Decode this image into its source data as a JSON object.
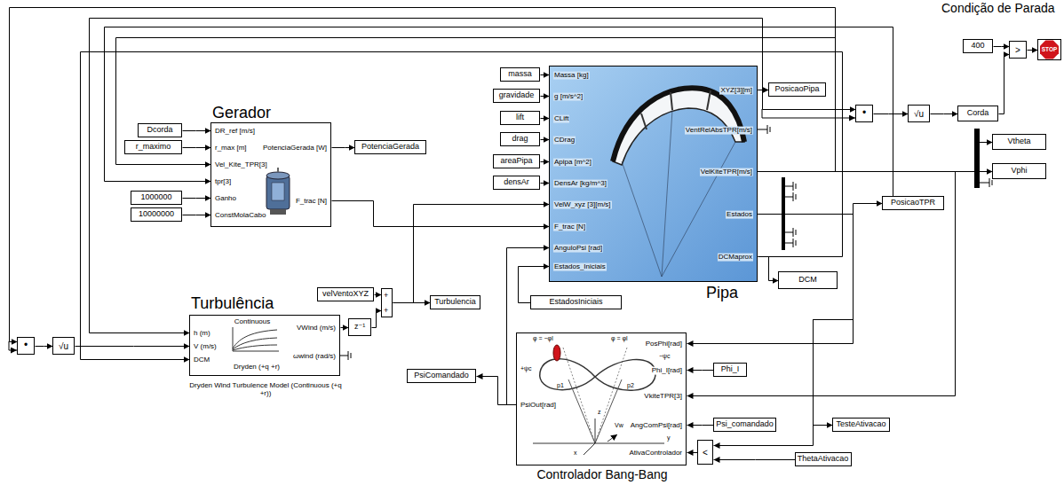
{
  "diagram": {
    "nodes": [
      {
        "text": [
          "Gerador",
          "DR_ref [m/s]",
          "r_max [m]",
          "Vel_Kite_TPR[3]",
          "tpr[3]",
          "Ganho",
          "ConstMolaCabo",
          "PotenciaGerada [W]",
          "F_trac [N]"
        ]
      },
      {
        "text": [
          "Dcorda"
        ]
      },
      {
        "text": [
          "r_maximo"
        ]
      },
      {
        "text": [
          "1000000"
        ]
      },
      {
        "text": [
          "10000000"
        ]
      },
      {
        "text": [
          "PotenciaGerada"
        ]
      },
      {
        "text": [
          "Turbulência",
          "h (m)",
          "V (m/s)",
          "DCM",
          "VWind (m/s)",
          "ωwind (rad/s)",
          "Continuous",
          "Dryden (+q +r)",
          "Dryden Wind Turbulence Model (Continuous (+q +r))"
        ]
      },
      {
        "text": [
          "velVentoXYZ"
        ]
      },
      {
        "text": [
          "z⁻¹"
        ]
      },
      {
        "text": [
          "+",
          "+"
        ]
      },
      {
        "text": [
          "Turbulencia"
        ]
      },
      {
        "text": [
          "massa"
        ]
      },
      {
        "text": [
          "gravidade"
        ]
      },
      {
        "text": [
          "lift"
        ]
      },
      {
        "text": [
          "drag"
        ]
      },
      {
        "text": [
          "areaPipa"
        ]
      },
      {
        "text": [
          "densAr"
        ]
      },
      {
        "text": [
          "Pipa",
          "Massa [kg]",
          "g [m/s^2]",
          "CLift",
          "CDrag",
          "Apipa [m^2]",
          "DensAr [kg/m^3]",
          "VelW_xyz [3][m/s]",
          "F_trac [N]",
          "AnguloPsi [rad]",
          "Estados_Iniciais",
          "XYZ[3][m]",
          "VentRelAbsTPR[m/s]",
          "VelKiteTPR[m/s]",
          "Estados",
          "DCMaprox"
        ]
      },
      {
        "text": [
          "EstadosIniciais"
        ]
      },
      {
        "text": [
          "PosicaoPipa"
        ]
      },
      {
        "text": [
          "•"
        ]
      },
      {
        "text": [
          "√u"
        ]
      },
      {
        "text": [
          "Corda"
        ]
      },
      {
        "text": [
          "400"
        ]
      },
      {
        "text": [
          ">"
        ]
      },
      {
        "text": [
          "STOP"
        ]
      },
      {
        "text": [
          "Vtheta"
        ]
      },
      {
        "text": [
          "Vphi"
        ]
      },
      {
        "text": [
          "PosicaoTPR"
        ]
      },
      {
        "text": [
          "DCM"
        ]
      },
      {
        "text": [
          "Controlador Bang-Bang",
          "PosPhi[rad]",
          "Phi_I[rad]",
          "VkiteTPR[3]",
          "AngComPsi[rad]",
          "AtivaControlador",
          "PsiOut[rad]"
        ]
      },
      {
        "text": [
          "Phi_I"
        ]
      },
      {
        "text": [
          "Psi_comandado"
        ]
      },
      {
        "text": [
          "PsiComandado"
        ]
      },
      {
        "text": [
          "TesteAtivacao"
        ]
      },
      {
        "text": [
          "<"
        ]
      },
      {
        "text": [
          "ThetaAtivacao"
        ]
      },
      {
        "text": [
          "•"
        ]
      },
      {
        "text": [
          "√u"
        ]
      }
    ],
    "edges": [
      {
        "from": 1,
        "to": 0,
        "arrow": "to"
      },
      {
        "from": 2,
        "to": 0,
        "arrow": "to"
      },
      {
        "from": 3,
        "to": 0,
        "arrow": "to"
      },
      {
        "from": 4,
        "to": 0,
        "arrow": "to"
      },
      {
        "from": 0,
        "to": 5,
        "arrow": "to"
      },
      {
        "from": 0,
        "to": 17,
        "arrow": "to"
      },
      {
        "from": 17,
        "to": 0,
        "arrow": "to"
      },
      {
        "from": 28,
        "to": 0,
        "arrow": "to"
      },
      {
        "from": 11,
        "to": 17,
        "arrow": "to"
      },
      {
        "from": 12,
        "to": 17,
        "arrow": "to"
      },
      {
        "from": 13,
        "to": 17,
        "arrow": "to"
      },
      {
        "from": 14,
        "to": 17,
        "arrow": "to"
      },
      {
        "from": 15,
        "to": 17,
        "arrow": "to"
      },
      {
        "from": 16,
        "to": 17,
        "arrow": "to"
      },
      {
        "from": 9,
        "to": 17,
        "arrow": "to"
      },
      {
        "from": 30,
        "to": 17,
        "arrow": "to"
      },
      {
        "from": 18,
        "to": 17,
        "arrow": "to"
      },
      {
        "from": 17,
        "to": 19,
        "arrow": "to"
      },
      {
        "from": 17,
        "to": 20,
        "arrow": "to"
      },
      {
        "from": 20,
        "to": 21,
        "arrow": "to"
      },
      {
        "from": 21,
        "to": 22,
        "arrow": "to"
      },
      {
        "from": 22,
        "to": 24,
        "arrow": "to"
      },
      {
        "from": 23,
        "to": 24,
        "arrow": "to"
      },
      {
        "from": 24,
        "to": 25,
        "arrow": "to"
      },
      {
        "from": 17,
        "to": 26,
        "arrow": "to"
      },
      {
        "from": 17,
        "to": 27,
        "arrow": "to"
      },
      {
        "from": 17,
        "to": 28,
        "arrow": "to"
      },
      {
        "from": 17,
        "to": 29,
        "arrow": "to"
      },
      {
        "from": 17,
        "to": 30,
        "arrow": "to"
      },
      {
        "from": 17,
        "to": 34,
        "arrow": "to"
      },
      {
        "from": 17,
        "to": 35,
        "arrow": "to"
      },
      {
        "from": 36,
        "to": 35,
        "arrow": "to"
      },
      {
        "from": 35,
        "to": 30,
        "arrow": "to"
      },
      {
        "from": 31,
        "to": 30,
        "arrow": "to"
      },
      {
        "from": 32,
        "to": 30,
        "arrow": "to"
      },
      {
        "from": 30,
        "to": 33,
        "arrow": "to"
      },
      {
        "from": 17,
        "to": 30,
        "arrow": "to"
      },
      {
        "from": 7,
        "to": 9,
        "arrow": "to"
      },
      {
        "from": 6,
        "to": 8,
        "arrow": "to"
      },
      {
        "from": 8,
        "to": 9,
        "arrow": "to"
      },
      {
        "from": 9,
        "to": 10,
        "arrow": "to"
      },
      {
        "from": 17,
        "to": 37,
        "arrow": "to"
      },
      {
        "from": 37,
        "to": 38,
        "arrow": "to"
      },
      {
        "from": 38,
        "to": 6,
        "arrow": "to"
      },
      {
        "from": 17,
        "to": 6,
        "arrow": "to"
      },
      {
        "from": 17,
        "to": 6,
        "arrow": "to"
      }
    ],
    "labels": [
      "Condição de Parada",
      "φ = −φl",
      "φ = φl",
      "p1",
      "p2",
      "+ψc",
      "−ψc",
      "z",
      "y",
      "x",
      "Vw"
    ]
  }
}
